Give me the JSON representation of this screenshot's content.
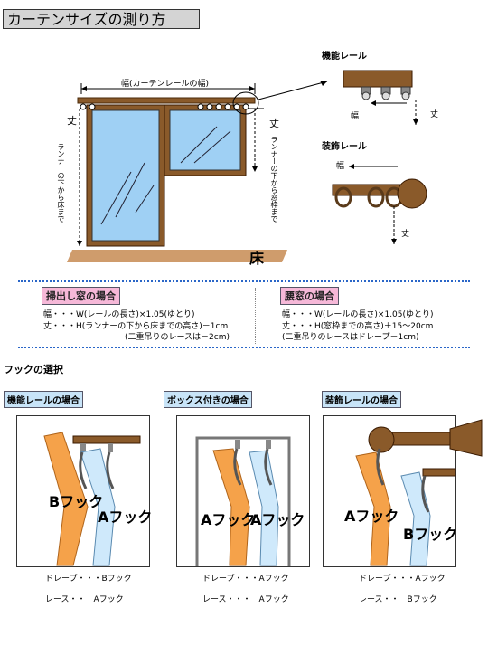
{
  "title": "カーテンサイズの測り方",
  "diagram": {
    "width_label": "幅(カーテンレールの幅)",
    "length_left": "丈",
    "length_right": "丈",
    "vertical_left": "ランナーの下から床まで",
    "vertical_right": "ランナーの下から窓枠まで",
    "floor": "床"
  },
  "rails": {
    "functional_title": "機能レール",
    "functional_width": "幅",
    "functional_length": "丈",
    "decorative_title": "装飾レール",
    "decorative_width": "幅",
    "decorative_length": "丈"
  },
  "window_types": {
    "bay": {
      "label": "掃出し窓の場合",
      "line1": "幅・・・W(レールの長さ)×1.05(ゆとり)",
      "line2": "丈・・・H(ランナーの下から床までの高さ)－1cm",
      "line3": "(二重吊りのレースは－2cm)"
    },
    "waist": {
      "label": "腰窓の場合",
      "line1": "幅・・・W(レールの長さ)×1.05(ゆとり)",
      "line2": "丈・・・H(窓枠までの高さ)＋15～20cm",
      "line3": "(二重吊りのレースはドレープ－1cm)"
    }
  },
  "hooks": {
    "heading": "フックの選択",
    "panels": [
      {
        "label": "機能レールの場合",
        "hook_left": "Bフック",
        "hook_right": "Aフック",
        "drape": "ドレープ・・・Bフック",
        "lace": "レース・・　Aフック"
      },
      {
        "label": "ボックス付きの場合",
        "hook_left": "Aフック",
        "hook_right": "Aフック",
        "drape": "ドレープ・・・Aフック",
        "lace": "レース・・・　Aフック"
      },
      {
        "label": "装飾レールの場合",
        "hook_left": "Aフック",
        "hook_right": "Bフック",
        "drape": "ドレープ・・・Aフック",
        "lace": "レース・・　Bフック"
      }
    ]
  }
}
